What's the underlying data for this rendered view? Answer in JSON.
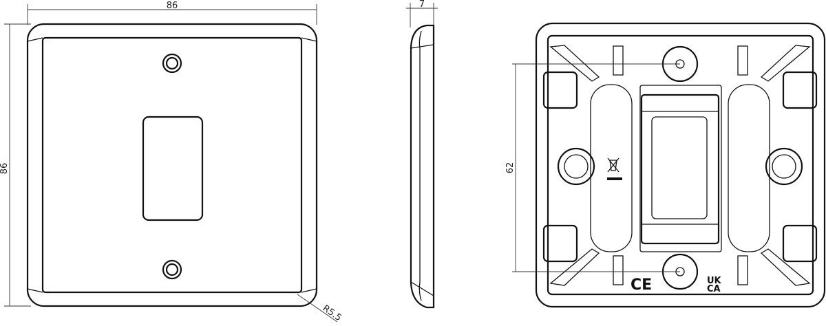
{
  "front_view": {
    "width_dim": "86",
    "height_dim": "86",
    "radius_dim": "R5.5"
  },
  "side_view": {
    "depth_dim": "7"
  },
  "rear_view": {
    "fixing_centres_dim": "62",
    "ce_mark": "CE",
    "ukca_mark_line1": "UK",
    "ukca_mark_line2": "CA"
  }
}
